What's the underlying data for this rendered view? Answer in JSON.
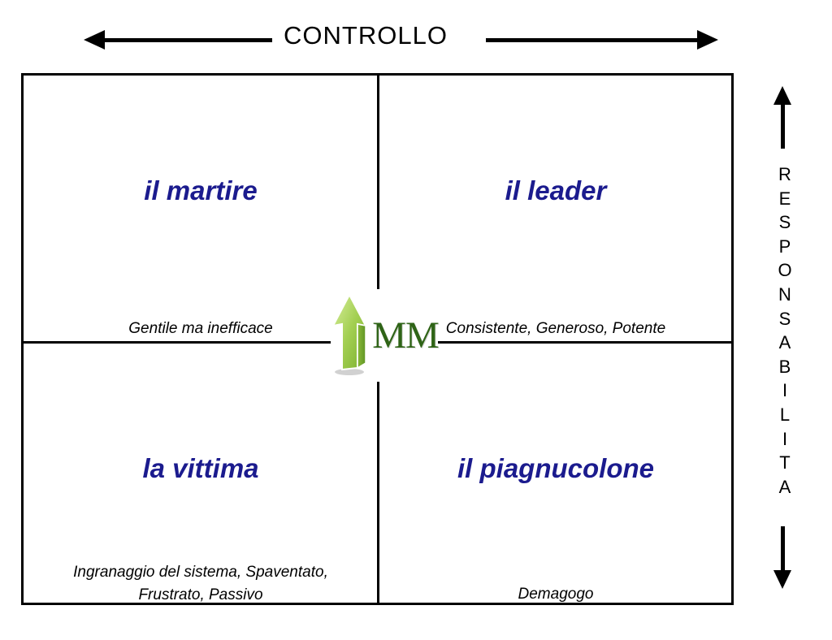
{
  "axes": {
    "horizontal": {
      "label": "CONTROLLO"
    },
    "vertical": {
      "label": "RESPONSABILITA",
      "letters": [
        "R",
        "E",
        "S",
        "P",
        "O",
        "N",
        "S",
        "A",
        "B",
        "I",
        "L",
        "I",
        "T",
        "A"
      ]
    }
  },
  "quadrants": {
    "top_left": {
      "title": "il martire",
      "subtitle": "Gentile ma inefficace"
    },
    "top_right": {
      "title": "il leader",
      "subtitle": "Consistente, Generoso, Potente"
    },
    "bottom_left": {
      "title": "la vittima",
      "subtitle_line1": "Ingranaggio del sistema, Spaventato,",
      "subtitle_line2": "Frustrato, Passivo"
    },
    "bottom_right": {
      "title": "il piagnucolone",
      "subtitle": "Demagogo"
    }
  },
  "logo": {
    "text": "MM",
    "icon": "growth-arrow-icon"
  },
  "colors": {
    "quadrant_title": "#1b1b8e",
    "logo_text": "#2f6417",
    "arrow_green_light": "#cdea8a",
    "arrow_green_mid": "#9cc84e",
    "arrow_green_dark": "#6fa82c",
    "line": "#000000"
  }
}
